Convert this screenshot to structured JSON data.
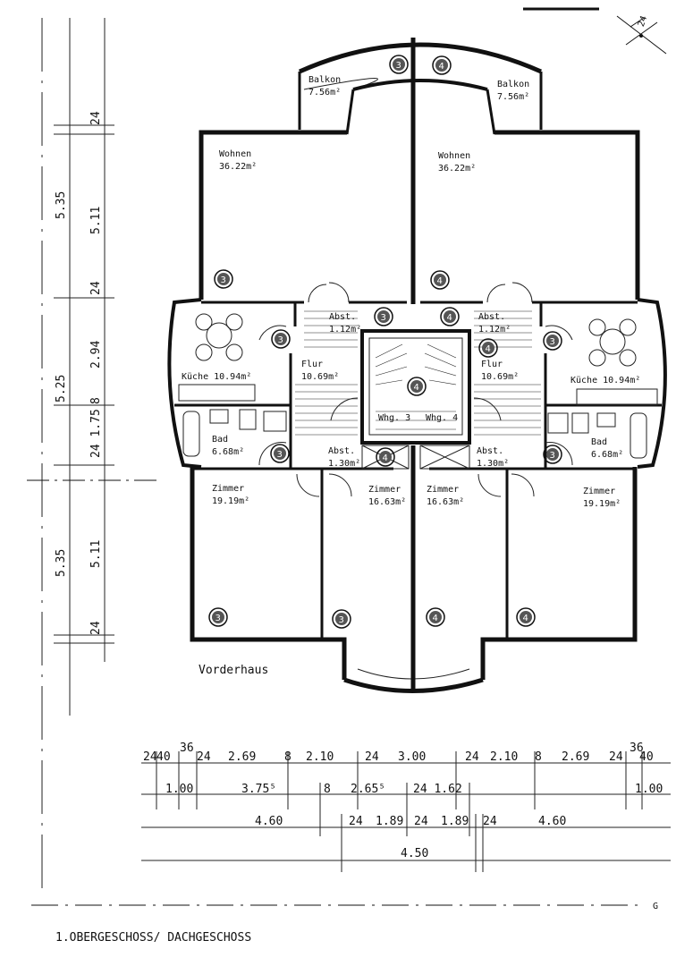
{
  "title": "1.OBERGESCHOSS/ DACHGESCHOSS",
  "building_label": "Vorderhaus",
  "corner_mark": "24",
  "page_letter": "G",
  "rooms": [
    {
      "id": "balkon-left",
      "name": "Balkon",
      "area": "7.56m²"
    },
    {
      "id": "balkon-right",
      "name": "Balkon",
      "area": "7.56m²"
    },
    {
      "id": "wohnen-left",
      "name": "Wohnen",
      "area": "36.22m²"
    },
    {
      "id": "wohnen-right",
      "name": "Wohnen",
      "area": "36.22m²"
    },
    {
      "id": "abst-top-left",
      "name": "Abst.",
      "area": "1.12m²"
    },
    {
      "id": "abst-top-right",
      "name": "Abst.",
      "area": "1.12m²"
    },
    {
      "id": "flur-left",
      "name": "Flur",
      "area": "10.69m²"
    },
    {
      "id": "flur-right",
      "name": "Flur",
      "area": "10.69m²"
    },
    {
      "id": "kueche-left",
      "name": "Küche",
      "area": "10.94m²"
    },
    {
      "id": "kueche-right",
      "name": "Küche",
      "area": "10.94m²"
    },
    {
      "id": "bad-left",
      "name": "Bad",
      "area": "6.68m²"
    },
    {
      "id": "bad-right",
      "name": "Bad",
      "area": "6.68m²"
    },
    {
      "id": "abst-bottom-left",
      "name": "Abst.",
      "area": "1.30m²"
    },
    {
      "id": "abst-bottom-right",
      "name": "Abst.",
      "area": "1.30m²"
    },
    {
      "id": "zimmer-left-outer",
      "name": "Zimmer",
      "area": "19.19m²"
    },
    {
      "id": "zimmer-left-inner",
      "name": "Zimmer",
      "area": "16.63m²"
    },
    {
      "id": "zimmer-right-inner",
      "name": "Zimmer",
      "area": "16.63m²"
    },
    {
      "id": "zimmer-right-outer",
      "name": "Zimmer",
      "area": "19.19m²"
    }
  ],
  "stair_labels": [
    "Whg. 3",
    "Whg. 4"
  ],
  "unit_markers": [
    "3",
    "4",
    "3",
    "4",
    "3",
    "4",
    "3",
    "4",
    "3",
    "4",
    "3",
    "4",
    "3",
    "4",
    "4",
    "3",
    "3",
    "4"
  ],
  "vertical_dims": {
    "outer": [
      "5.35",
      "5.25",
      "5.35"
    ],
    "inner": [
      "24",
      "5.11",
      "24",
      "2.94",
      "8",
      "24 1.75",
      "5.11",
      "24"
    ]
  },
  "horizontal_dims": {
    "row1": [
      "24",
      "40",
      "36",
      "24",
      "2.69",
      "8",
      "2.10",
      "24",
      "3.00",
      "24",
      "2.10",
      "8",
      "2.69",
      "24",
      "36",
      "40"
    ],
    "row2": [
      "1.00",
      "3.75⁵",
      "8",
      "2.65⁵",
      "24 1.62",
      "1.00"
    ],
    "row3": [
      "4.60",
      "24",
      "1.89",
      "24",
      "1.89",
      "24",
      "4.60"
    ],
    "row4": [
      "4.50"
    ]
  }
}
